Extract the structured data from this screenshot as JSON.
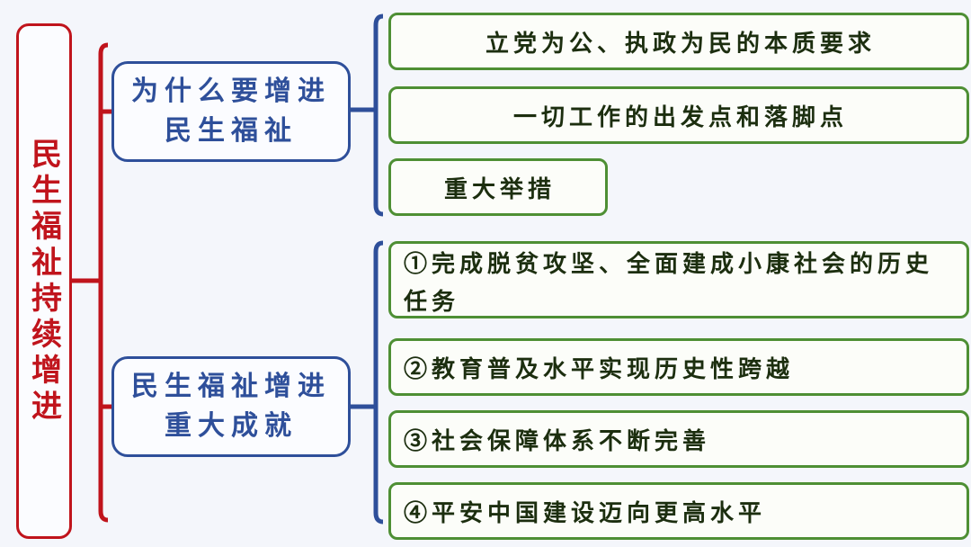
{
  "root": {
    "label": "民生福祉持续增进"
  },
  "branches": [
    {
      "label": "为什么要增进民生福祉",
      "items": [
        "立党为公、执政为民的本质要求",
        "一切工作的出发点和落脚点",
        "重大举措"
      ]
    },
    {
      "label": "民生福祉增进重大成就",
      "items": [
        "①完成脱贫攻坚、全面建成小康社会的历史任务",
        "②教育普及水平实现历史性跨越",
        "③社会保障体系不断完善",
        "④平安中国建设迈向更高水平"
      ]
    }
  ],
  "colors": {
    "root": "#c0141c",
    "branch": "#2e4f9a",
    "leaf": "#4e8f34"
  }
}
